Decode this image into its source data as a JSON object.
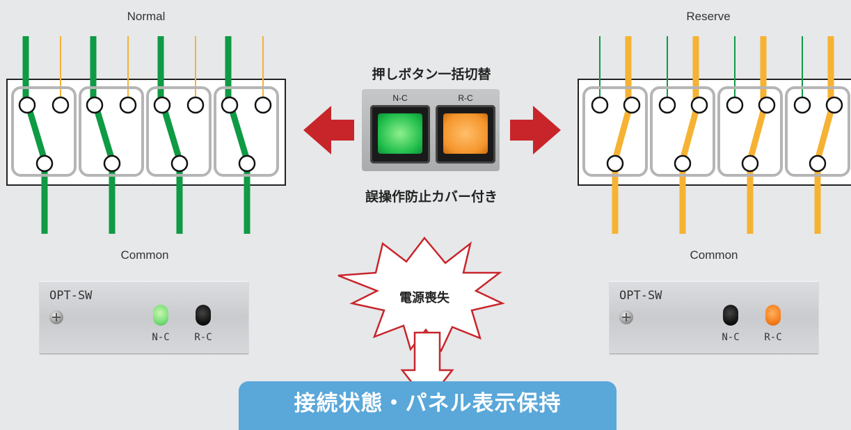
{
  "labels": {
    "normal": "Normal",
    "reserve": "Reserve",
    "common_left": "Common",
    "common_right": "Common"
  },
  "center": {
    "title": "押しボタン一括切替",
    "subtitle": "誤操作防止カバー付き",
    "button_nc": "N-C",
    "button_rc": "R-C"
  },
  "panels": {
    "left": {
      "title": "OPT-SW",
      "led_nc": "N-C",
      "led_rc": "R-C"
    },
    "right": {
      "title": "OPT-SW",
      "led_nc": "N-C",
      "led_rc": "R-C"
    }
  },
  "burst": {
    "text": "電源喪失"
  },
  "banner": {
    "text": "接続状態・パネル表示保持"
  },
  "colors": {
    "green": "#0f9a44",
    "orange": "#f6b233",
    "red_arrow": "#c8252b",
    "banner": "#5aa7d9"
  }
}
